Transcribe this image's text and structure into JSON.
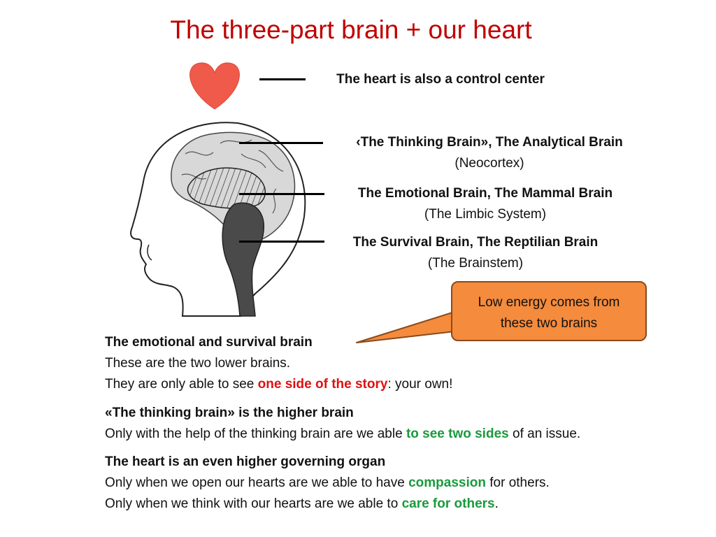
{
  "title": "The three-part brain + our heart",
  "labels": {
    "heart": "The heart is also a control center",
    "thinking_title": "‹The Thinking Brain», The Analytical Brain",
    "thinking_sub": "(Neocortex)",
    "emotional_title": "The Emotional Brain, The Mammal Brain",
    "emotional_sub": "(The Limbic System)",
    "survival_title": "The Survival Brain, The Reptilian Brain",
    "survival_sub": "(The Brainstem)"
  },
  "callout": {
    "line1": "Low energy comes from",
    "line2": "these two brains"
  },
  "body": {
    "p1_heading": "The emotional and survival brain",
    "p1_line1": "These are the two lower brains.",
    "p1_line2_before": "They are only able to see ",
    "p1_line2_highlight": "one side of the story",
    "p1_line2_after": ": your own!",
    "p2_heading": "«The thinking brain» is the higher brain",
    "p2_before": "Only with the help of the thinking brain are we able ",
    "p2_highlight": "to see two sides",
    "p2_after": " of an issue.",
    "p3_heading": "The heart is an even higher governing organ",
    "p3_line1_before": "Only when we open our hearts are we able to have ",
    "p3_line1_highlight": "compassion",
    "p3_line1_after": " for others.",
    "p3_line2_before": "Only when we think with our hearts are we able to ",
    "p3_line2_highlight": "care for others",
    "p3_line2_after": "."
  },
  "colors": {
    "title": "#c00000",
    "heart": "#f05a4a",
    "callout": "#f58b3c",
    "highlight_red": "#e01010",
    "highlight_green": "#1a9a3c"
  },
  "icons": [
    "heart-icon",
    "brain-head-illustration"
  ]
}
